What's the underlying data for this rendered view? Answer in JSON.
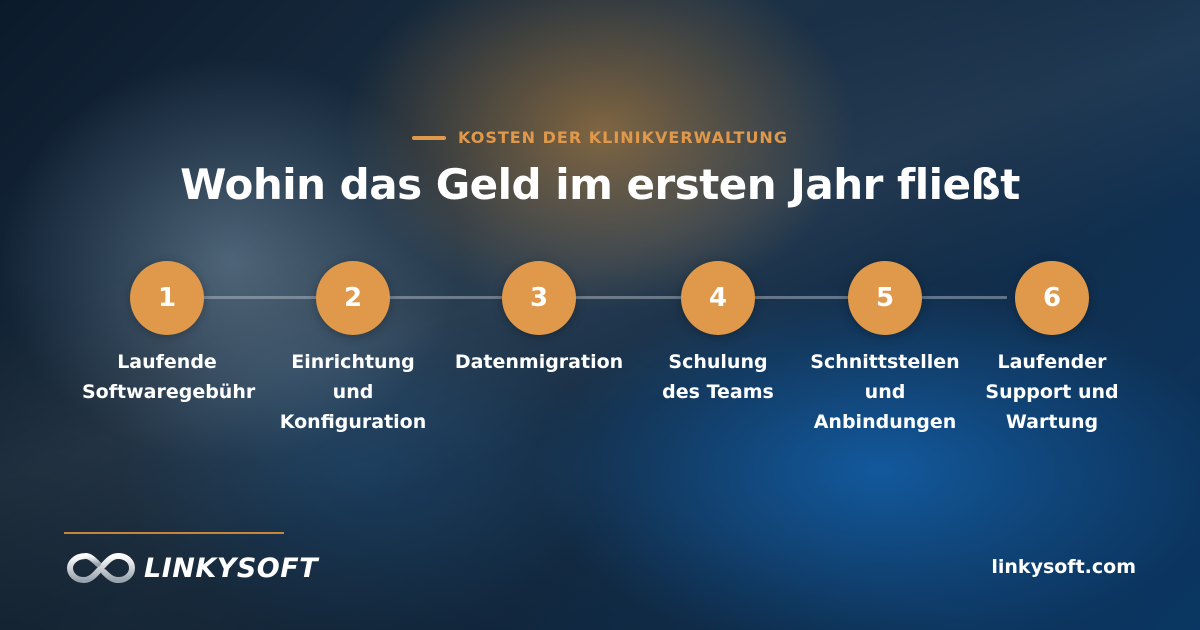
{
  "header": {
    "eyebrow": "KOSTEN DER KLINIKVERWALTUNG",
    "title": "Wohin das Geld im ersten Jahr fließt"
  },
  "steps": [
    {
      "number": "1",
      "label": "Laufende\nSoftwaregebühr"
    },
    {
      "number": "2",
      "label": "Einrichtung\nund\nKonfiguration"
    },
    {
      "number": "3",
      "label": "Datenmigration"
    },
    {
      "number": "4",
      "label": "Schulung\ndes Teams"
    },
    {
      "number": "5",
      "label": "Schnittstellen\nund\nAnbindungen"
    },
    {
      "number": "6",
      "label": "Laufender\nSupport und\nWartung"
    }
  ],
  "footer": {
    "logo_text": "LINKYSOFT",
    "url": "linkysoft.com"
  },
  "colors": {
    "accent": "#e0994a",
    "text": "#ffffff",
    "background": "#0d1f33"
  }
}
